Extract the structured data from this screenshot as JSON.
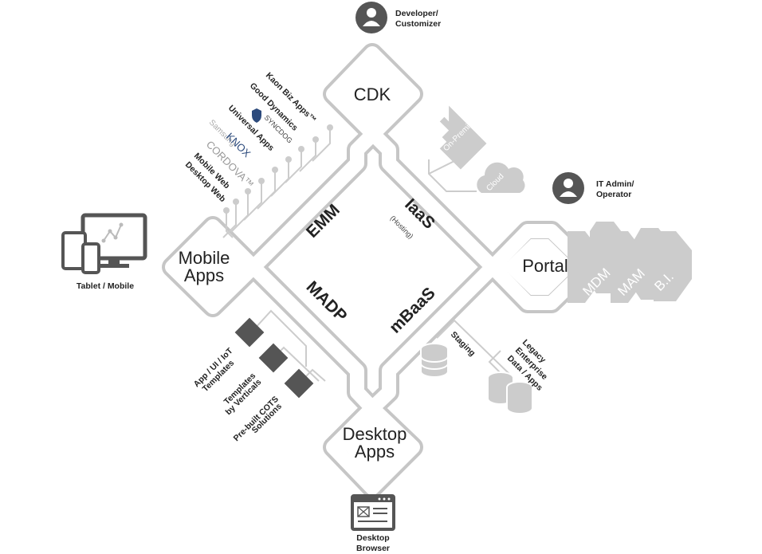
{
  "nodes": {
    "cdk": "CDK",
    "mobile_apps": [
      "Mobile",
      "Apps"
    ],
    "portal": "Portal",
    "desktop_apps": [
      "Desktop",
      "Apps"
    ]
  },
  "edges": {
    "emm": "EMM",
    "iaas": "IaaS",
    "iaas_sub": "(Hosting)",
    "madp": "MADP",
    "mbaas": "mBaaS"
  },
  "actors": {
    "developer": [
      "Developer/",
      "Customizer"
    ],
    "it_admin": [
      "IT Admin/",
      "Operator"
    ],
    "tablet_mobile": "Tablet / Mobile",
    "desktop_browser": [
      "Desktop",
      "Browser"
    ]
  },
  "emm_items": {
    "kaon": "Kaon Biz Apps™",
    "good": "Good Dynamics",
    "syncdog": "SYNCDOG",
    "universal": "Universal Apps",
    "samsung": "Samsung",
    "knox": "KNOX",
    "cordova": "CORDOVA™",
    "mobile_web": "Mobile Web",
    "desktop_web": "Desktop Web"
  },
  "iaas_items": {
    "on_premise": "On-Premise",
    "cloud": "Cloud"
  },
  "portal_stack": [
    "MDM",
    "MAM",
    "B.I."
  ],
  "madp_items": {
    "templates": [
      "App / UI / IoT",
      "Templates"
    ],
    "verticals": [
      "Templates",
      "by Verticals"
    ],
    "cots": [
      "Pre-built COTS",
      "Solutions"
    ]
  },
  "mbaas_items": {
    "staging": "Staging",
    "legacy": [
      "Legacy",
      "Enterprise",
      "Data / Apps"
    ]
  },
  "colors": {
    "track": "#c8c8c8",
    "track_inner": "#ffffff",
    "dark": "#555555",
    "light_grey": "#cccccc",
    "text": "#222222"
  }
}
